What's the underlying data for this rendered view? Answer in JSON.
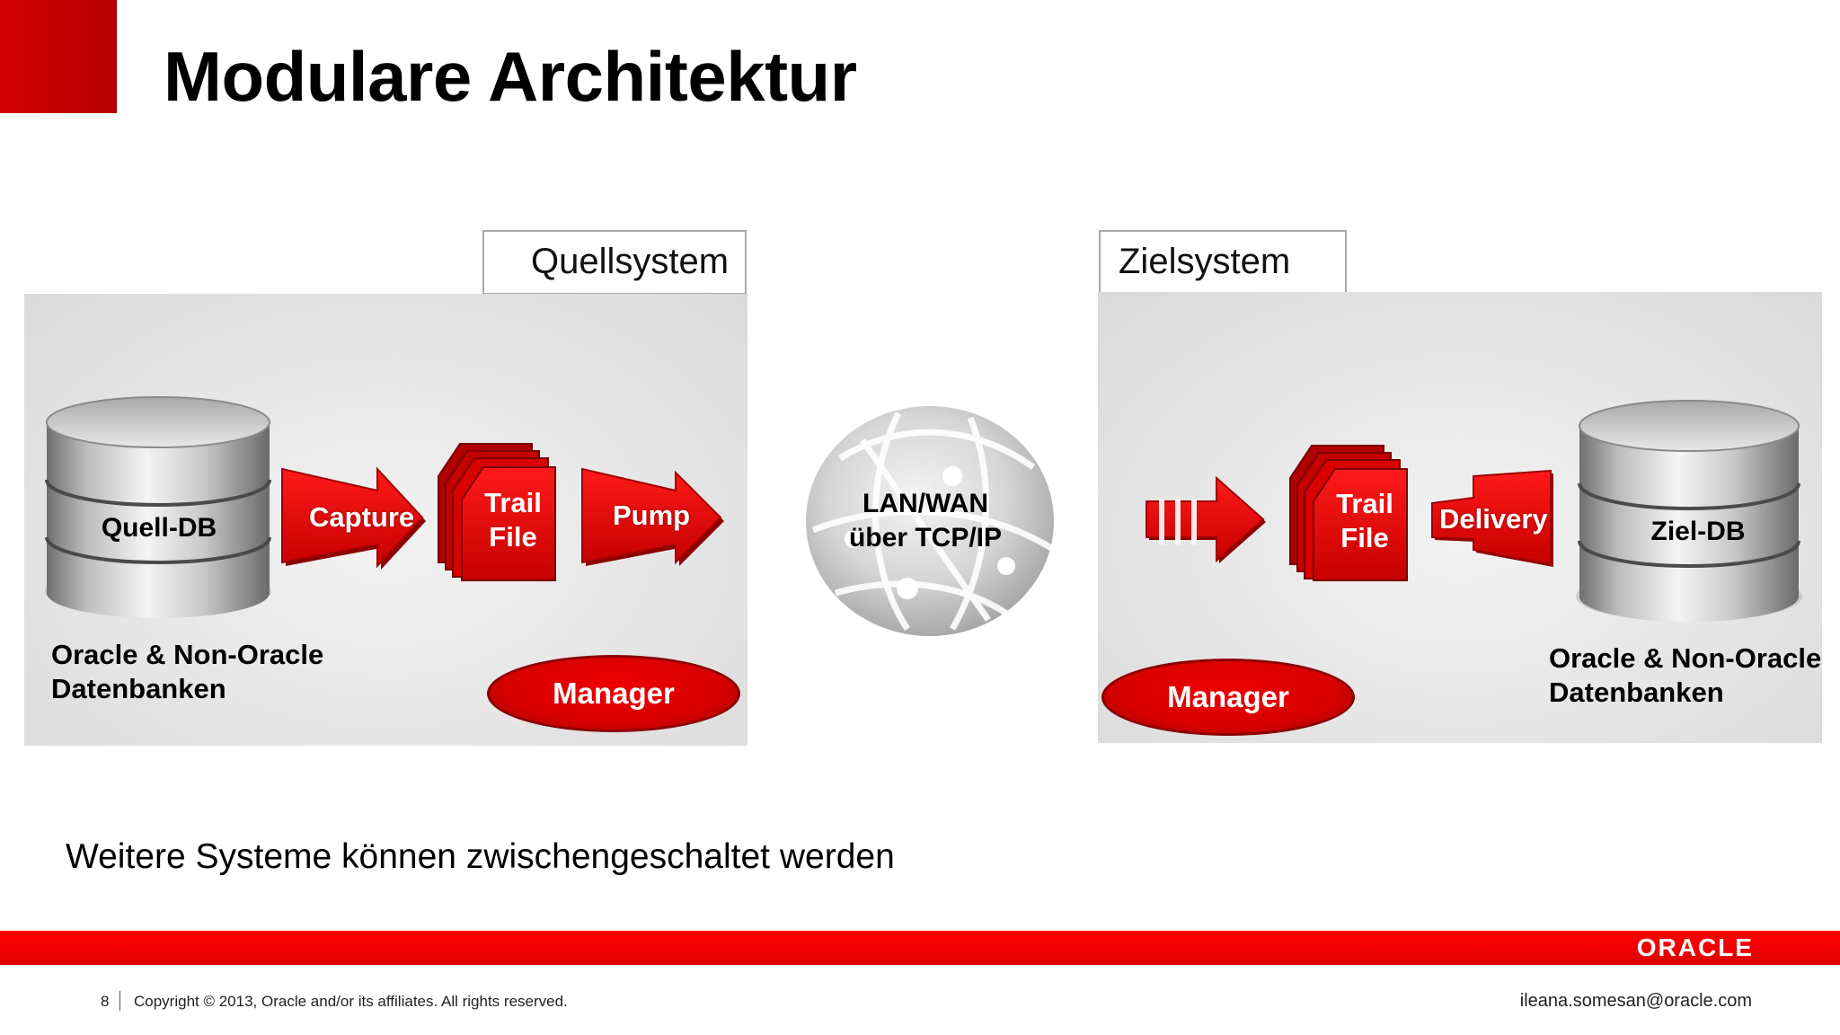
{
  "slide": {
    "title": "Modulare Architektur",
    "source_system": {
      "label": "Quellsystem",
      "db_label": "Quell-DB",
      "db_caption": [
        "Oracle & Non-Oracle",
        "Datenbanken"
      ],
      "capture_label": "Capture",
      "trail_label": [
        "Trail",
        "File"
      ],
      "pump_label": "Pump",
      "manager_label": "Manager"
    },
    "network": {
      "label": [
        "LAN/WAN",
        "über TCP/IP"
      ]
    },
    "target_system": {
      "label": "Zielsystem",
      "trail_label": [
        "Trail",
        "File"
      ],
      "delivery_label": "Delivery",
      "db_label": "Ziel-DB",
      "db_caption": [
        "Oracle & Non-Oracle",
        "Datenbanken"
      ],
      "manager_label": "Manager"
    },
    "footnote": "Weitere Systeme können zwischengeschaltet werden"
  },
  "footer": {
    "page_number": "8",
    "copyright": "Copyright © 2013, Oracle and/or its affiliates. All rights reserved.",
    "brand": "ORACLE",
    "email": "ileana.somesan@oracle.com"
  },
  "colors": {
    "accent_red": "#e00000",
    "dark_red": "#b30000",
    "panel_gray": "#e6e6e6"
  }
}
